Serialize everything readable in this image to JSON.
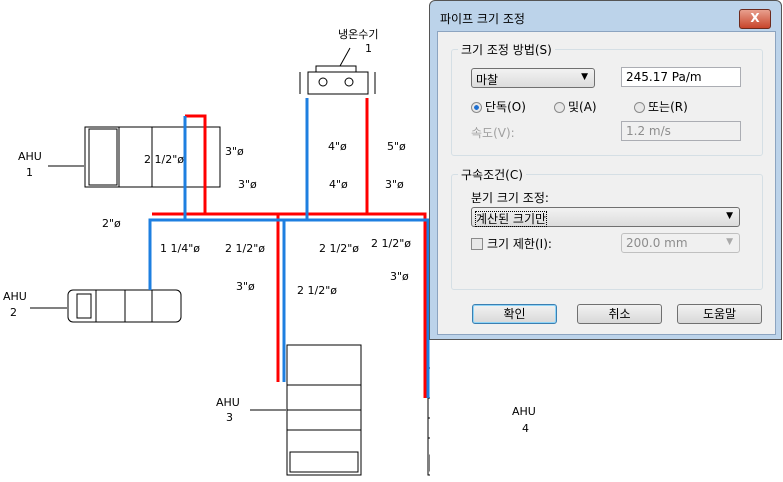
{
  "drawing": {
    "chiller_label": "냉온수기",
    "chiller_num": "1",
    "ahu": [
      {
        "name": "AHU",
        "num": "1"
      },
      {
        "name": "AHU",
        "num": "2"
      },
      {
        "name": "AHU",
        "num": "3"
      },
      {
        "name": "AHU",
        "num": "4"
      }
    ],
    "sizes": [
      "2 1/2\"ø",
      "3\"ø",
      "4\"ø",
      "5\"ø",
      "3\"ø",
      "4\"ø",
      "3\"ø",
      "2\"ø",
      "1 1/4\"ø",
      "2 1/2\"ø",
      "2 1/2\"ø",
      "2 1/2\"ø",
      "3\"ø",
      "2 1/2\"ø",
      "3\"ø"
    ],
    "pipe_colors": {
      "supply": "#ff0000",
      "return": "#1e7fe0"
    }
  },
  "dialog": {
    "title": "파이프 크기 조정",
    "close": "X",
    "method_group": "크기 조정 방법(S)",
    "method_value": "마찰",
    "friction_value": "245.17 Pa/m",
    "radios": [
      {
        "label": "단독(O)",
        "checked": true
      },
      {
        "label": "및(A)",
        "checked": false
      },
      {
        "label": "또는(R)",
        "checked": false
      }
    ],
    "velocity_label": "속도(V):",
    "velocity_value": "1.2 m/s",
    "constraint_group": "구속조건(C)",
    "branch_label": "분기 크기 조정:",
    "branch_value": "계산된 크기만",
    "limit_label": "크기 제한(I):",
    "limit_checked": false,
    "limit_value": "200.0 mm",
    "buttons": {
      "ok": "확인",
      "cancel": "취소",
      "help": "도움말"
    }
  }
}
